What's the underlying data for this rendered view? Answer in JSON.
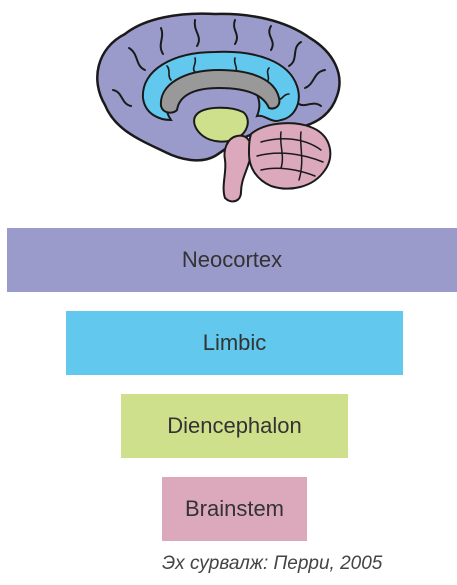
{
  "colors": {
    "neocortex": "#9b9bcb",
    "limbic": "#62c8ee",
    "diencephalon": "#cfe08c",
    "brainstem": "#dca8bb",
    "outline": "#1a1a1a",
    "corpus_callosum": "#999999"
  },
  "brain_illustration": {
    "icon": "brain-sagittal-illustration"
  },
  "layers": [
    {
      "label": "Neocortex",
      "color": "#9b9bcb"
    },
    {
      "label": "Limbic",
      "color": "#62c8ee"
    },
    {
      "label": "Diencephalon",
      "color": "#cfe08c"
    },
    {
      "label": "Brainstem",
      "color": "#dca8bb"
    }
  ],
  "source": "Эх сурвалж: Перри, 2005"
}
